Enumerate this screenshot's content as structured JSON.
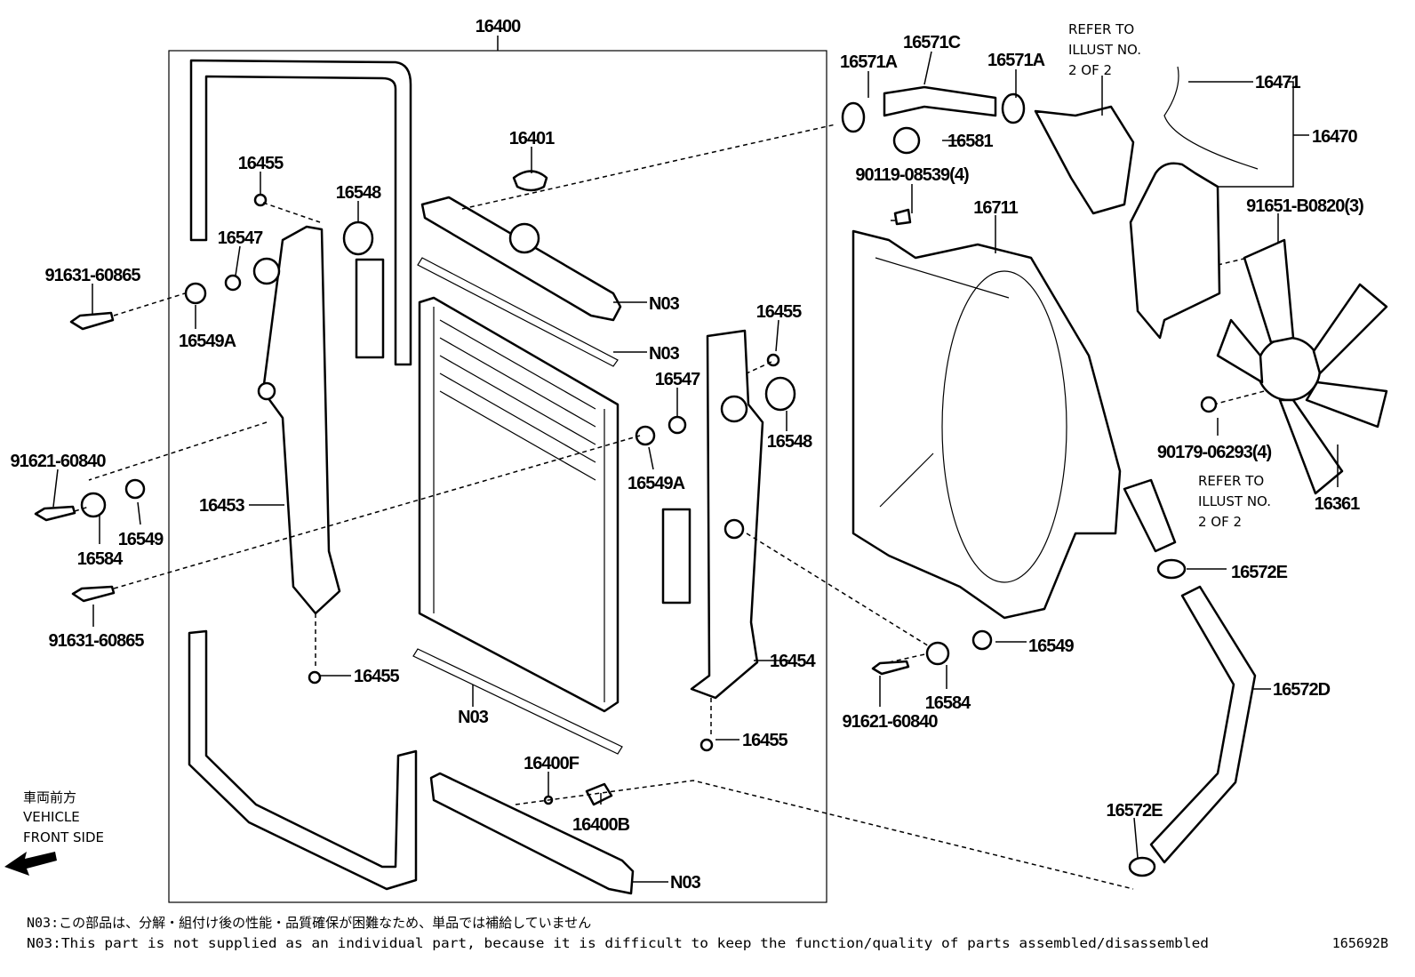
{
  "diagram": {
    "labels": {
      "assy": "16400",
      "clamp_a1": "16571A",
      "hose_c": "16571C",
      "clamp_a2": "16571A",
      "hose_ring": "16581",
      "bolt_shroud": "90119-08539(4)",
      "shroud": "16711",
      "tank_hose": "16471",
      "reserve_tank": "16470",
      "bolt_tank": "91651-B0820(3)",
      "cap": "16401",
      "bolt_tl": "16455",
      "cushion_l": "16548",
      "washer_l": "16547",
      "bolt_l1": "91631-60865",
      "grommet_l": "16549A",
      "n03_upper_tank": "N03",
      "n03_gasket": "N03",
      "bolt_tr": "16455",
      "washer_r": "16547",
      "cushion_r": "16548",
      "grommet_r": "16549A",
      "bolt_l2": "91621-60840",
      "support_l": "16453",
      "grommet_l2": "16549",
      "bracket_l": "16584",
      "bolt_l3": "91631-60865",
      "bolt_bl": "16455",
      "n03_lower_gasket": "N03",
      "support_r": "16454",
      "bolt_br": "16455",
      "drain_plug_o": "16400F",
      "drain_cock": "16400B",
      "n03_lower_tank": "N03",
      "grommet_r2": "16549",
      "bracket_r": "16584",
      "bolt_r2": "91621-60840",
      "nut_fan": "90179-06293(4)",
      "fan": "16361",
      "clamp_e1": "16572E",
      "hose_d": "16572D",
      "clamp_e2": "16572E"
    },
    "refer_top": [
      "REFER TO",
      "ILLUST NO.",
      "2 OF 2"
    ],
    "refer_right": [
      "REFER TO",
      "ILLUST NO.",
      "2 OF 2"
    ],
    "front_side": [
      "車両前方",
      "VEHICLE",
      "FRONT SIDE"
    ],
    "notes": {
      "jp": "N03:この部品は、分解・組付け後の性能・品質確保が困難なため、単品では補給していません",
      "en": "N03:This part is not supplied as an individual part, because it is difficult to keep the function/quality of parts assembled/disassembled"
    },
    "illustration_id": "165692B"
  }
}
